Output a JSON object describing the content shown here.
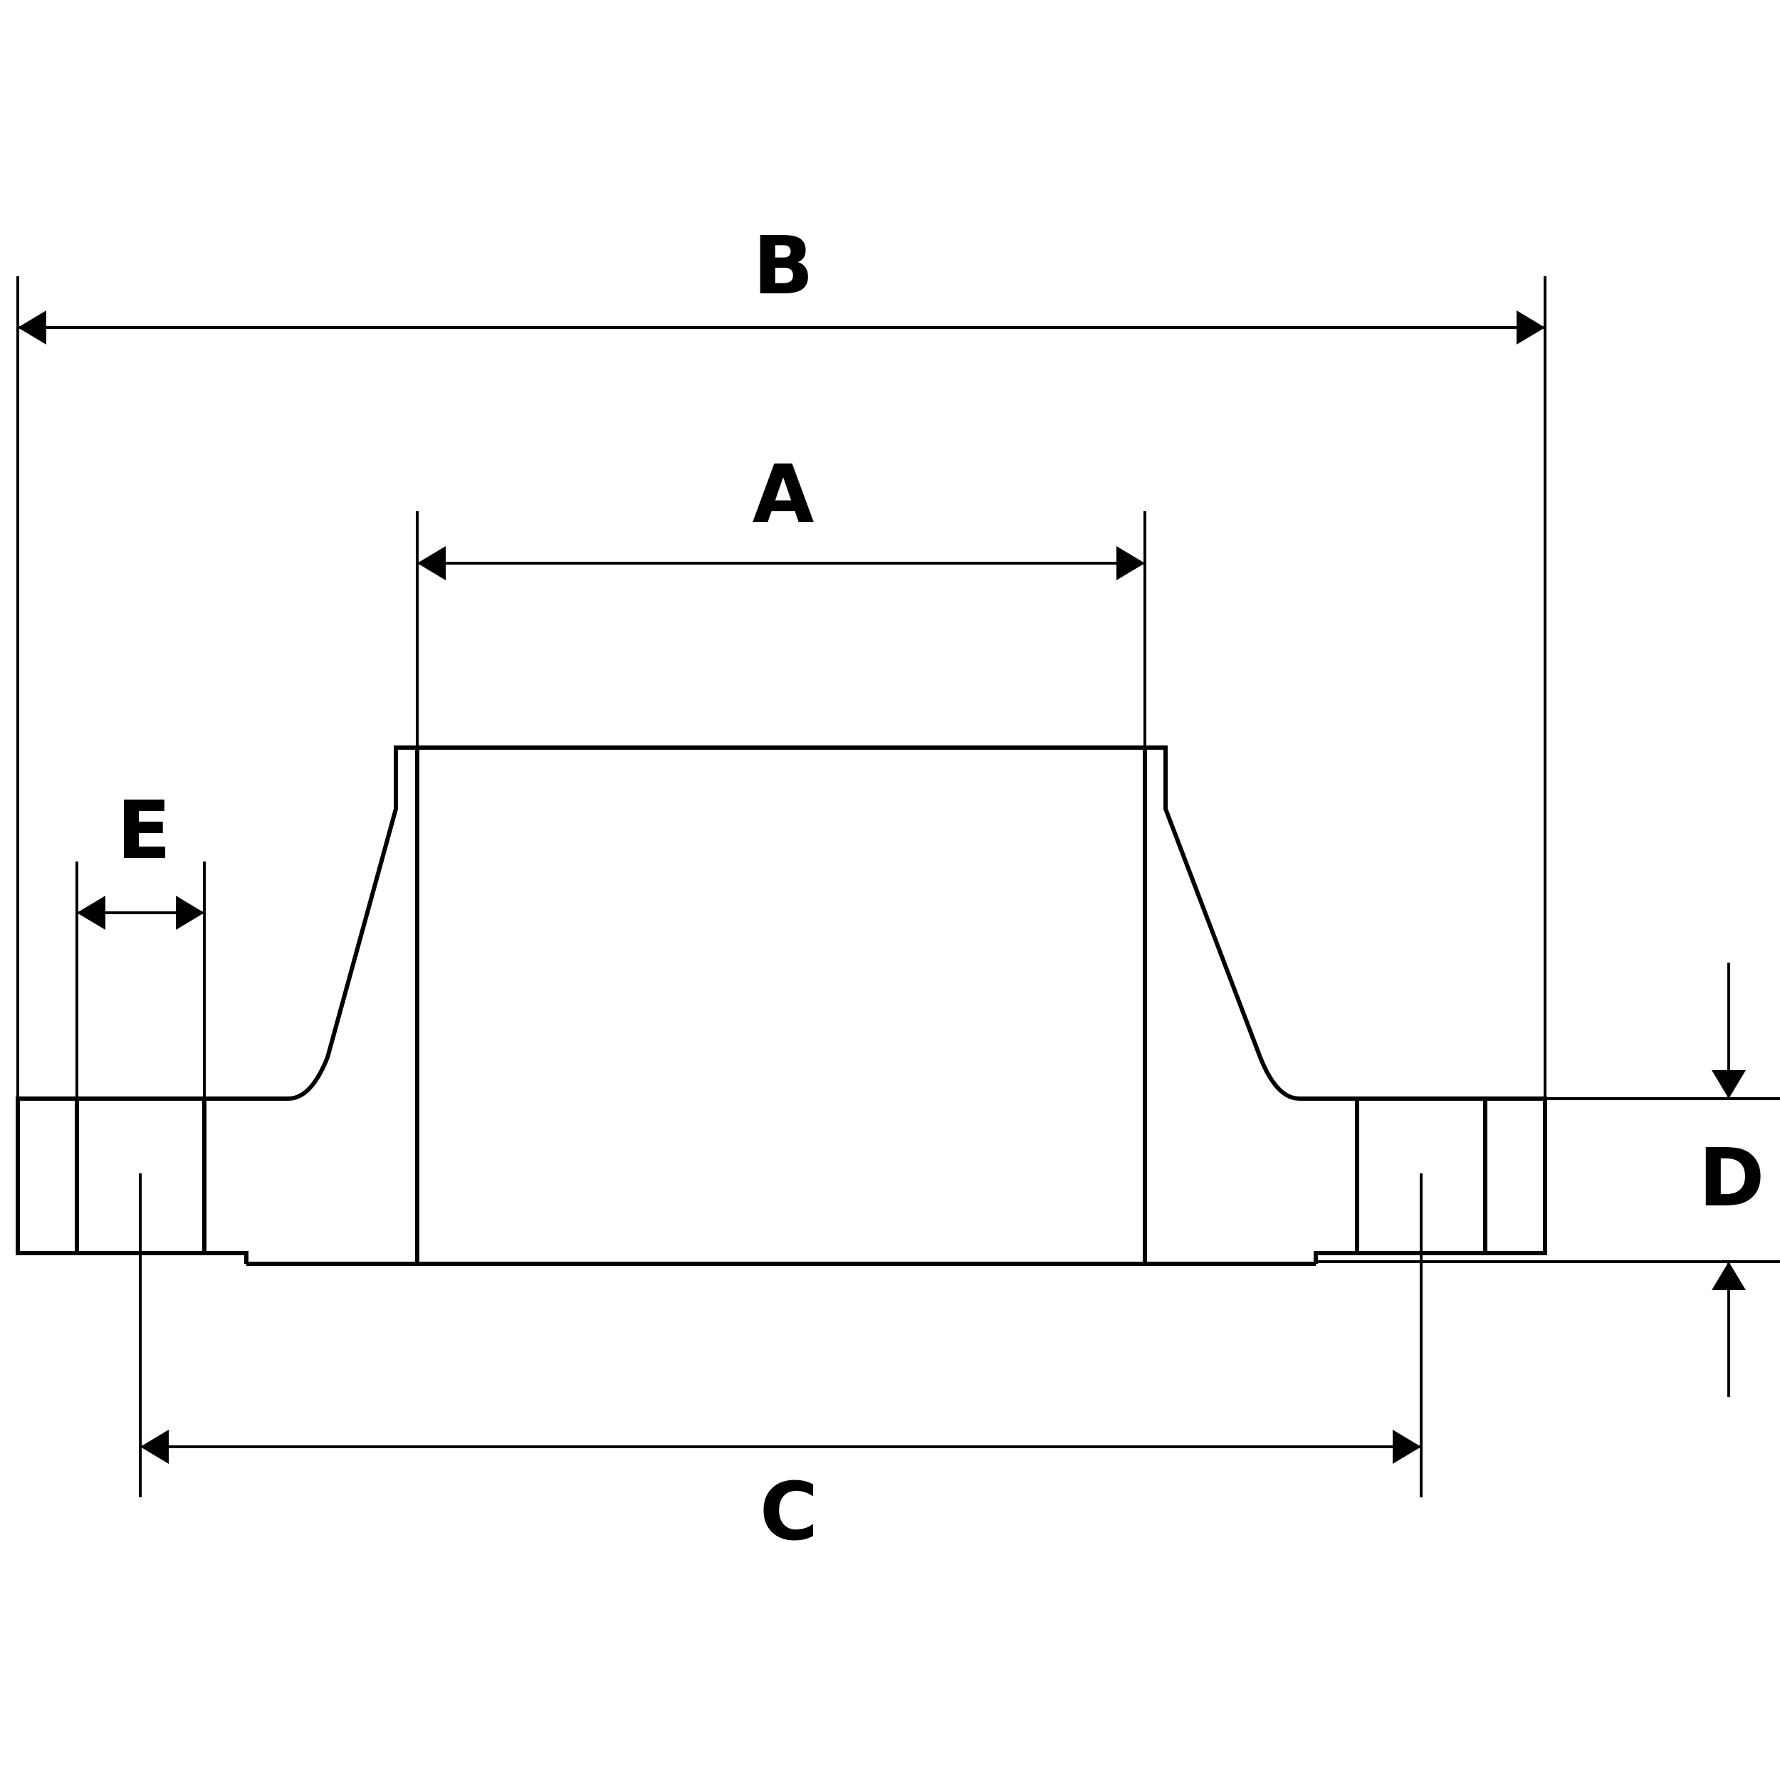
{
  "figure": {
    "type": "flange-cross-section-dimension-diagram",
    "line_color": "#000000",
    "background_color": "#ffffff"
  },
  "dimensions": {
    "A": {
      "label": "A"
    },
    "B": {
      "label": "B"
    },
    "C": {
      "label": "C"
    },
    "D": {
      "label": "D"
    },
    "E": {
      "label": "E"
    }
  }
}
